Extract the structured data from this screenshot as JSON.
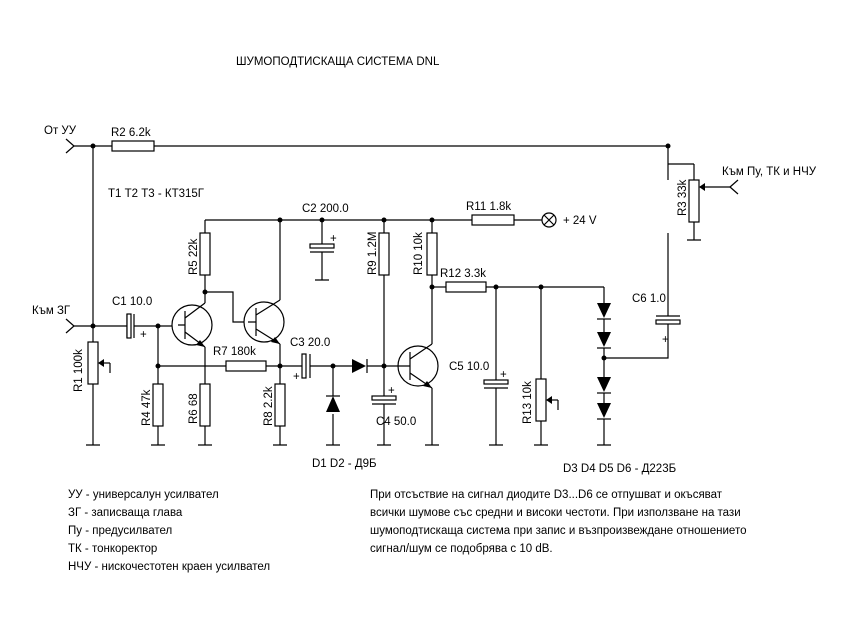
{
  "title": "ШУМОПОДТИСКАЩА  СИСТЕМА   DNL",
  "terminals": {
    "from_uu": "От УУ",
    "to_zg": "Към ЗГ",
    "to_pu": "Към Пу, ТК и НЧУ",
    "supply": "+ 24 V"
  },
  "transistor_note": "Т1  Т2  Т3 - КТ315Г",
  "components": {
    "r1": "R1 100k",
    "r2": "R2 6.2k",
    "r3": "R3 33k",
    "r4": "R4 47k",
    "r5": "R5 22k",
    "r6": "R6 68",
    "r7": "R7 180k",
    "r8": "R8 2.2k",
    "r9": "R9 1.2M",
    "r10": "R10 10k",
    "r11": "R11 1.8k",
    "r12": "R12 3.3k",
    "r13": "R13 10k",
    "c1": "C1 10.0",
    "c2": "C2 200.0",
    "c3": "C3 20.0",
    "c4": "C4 50.0",
    "c5": "C5 10.0",
    "c6": "C6 1.0"
  },
  "diodes_d1d2": "D1  D2 - Д9Б",
  "diodes_d3d6": "D3  D4  D5  D6 - Д223Б",
  "plus_sign": "+",
  "legend": [
    "УУ - универсалун усилвател",
    "ЗГ - записваща глава",
    "Пу - предусилвател",
    "ТК - тонкоректор",
    "НЧУ - нискочестотен краен усилвател"
  ],
  "note_lines": [
    "При отсъствие на сигнал диодите D3...D6 се отпушват и окъсяват",
    "всички шумове със средни и високи честоти. При използване на тази",
    "шумоподтискаща система при запис и възпроизвеждане отношението",
    "сигнал/шум се подобрява с 10 dB."
  ]
}
